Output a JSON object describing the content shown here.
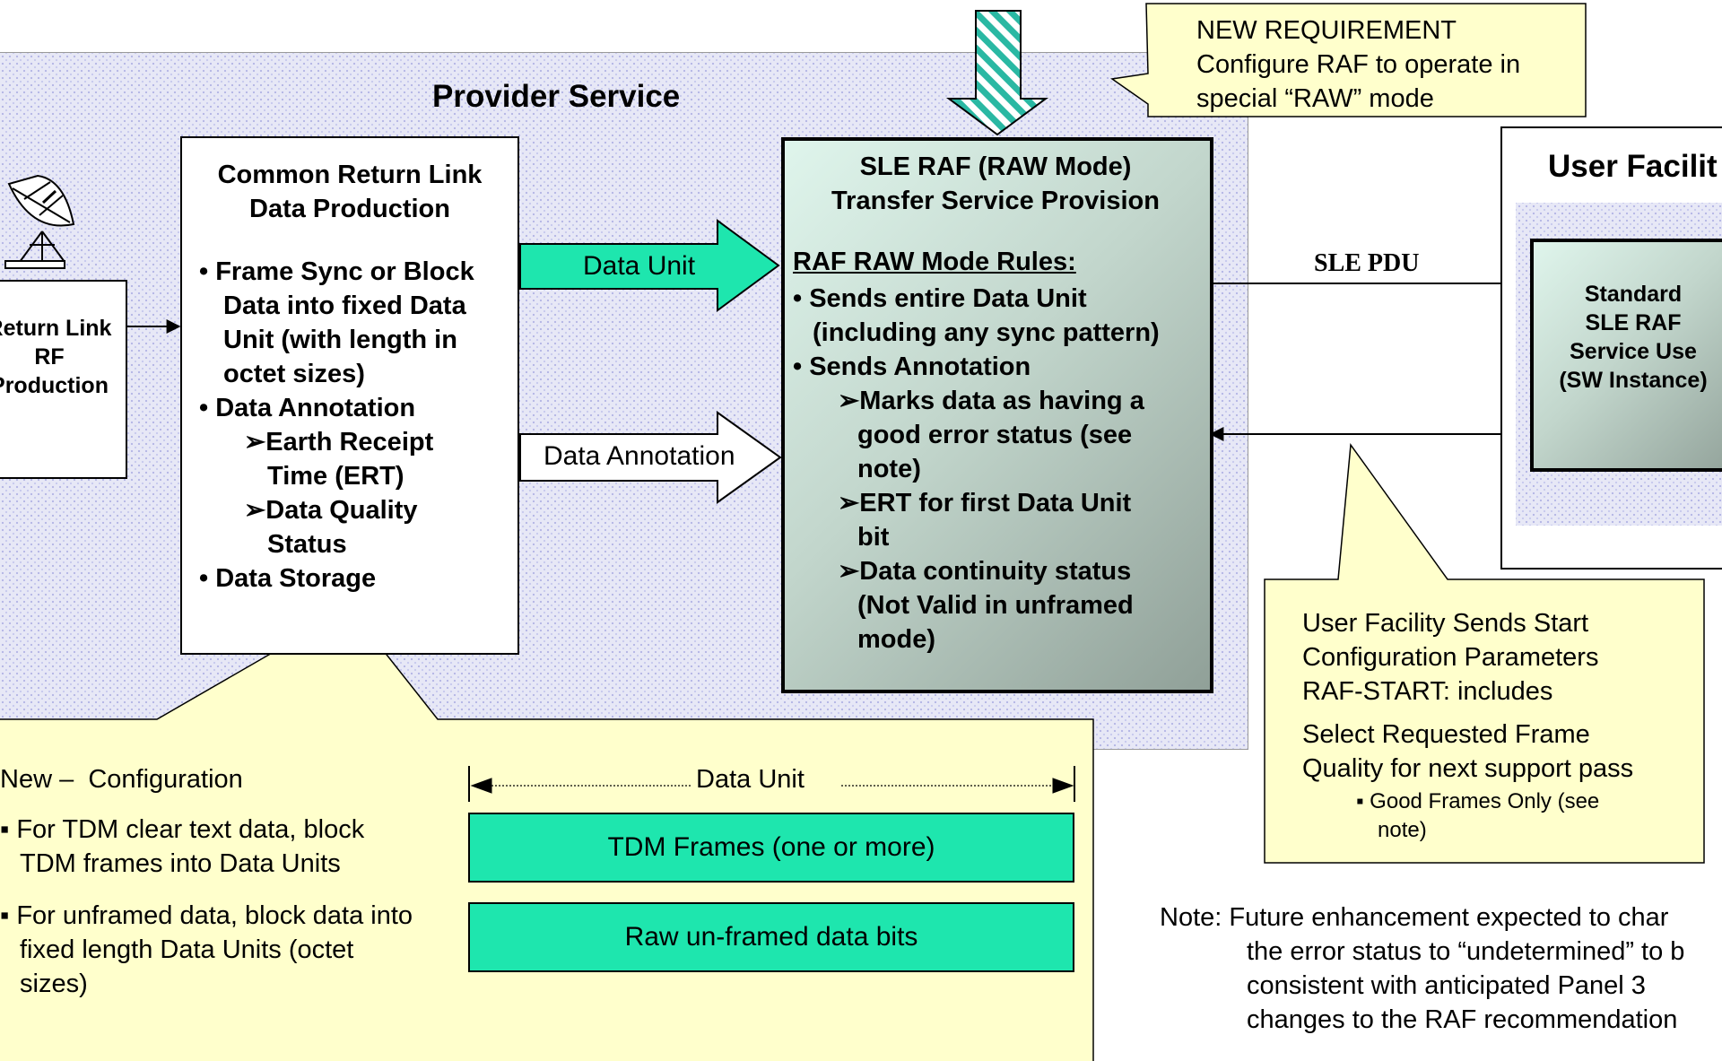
{
  "provider": {
    "title": "Provider Service"
  },
  "antenna": {
    "label_lines": [
      "Return Link",
      "RF",
      "Production"
    ]
  },
  "crl": {
    "title_lines": [
      "Common Return Link",
      "Data Production"
    ],
    "lines": [
      "• Frame Sync or Block",
      "Data into fixed Data",
      "Unit (with length in",
      "octet sizes)",
      "• Data Annotation",
      "➢Earth Receipt",
      "Time (ERT)",
      "➢Data Quality",
      "Status",
      "• Data Storage"
    ]
  },
  "arrows": {
    "data_unit": "Data Unit",
    "data_annotation": "Data Annotation",
    "sle_pdu": "SLE PDU"
  },
  "raf": {
    "title_lines": [
      "SLE RAF (RAW Mode)",
      "Transfer Service Provision"
    ],
    "rules_heading": "RAF RAW Mode Rules:",
    "lines": [
      "• Sends entire Data Unit",
      "(including any sync pattern)",
      "• Sends Annotation",
      "➢Marks data as having a",
      "good error status (see",
      "note)",
      "➢ERT for first Data Unit",
      "bit",
      "➢Data continuity status",
      "(Not Valid in unframed",
      "mode)"
    ]
  },
  "new_requirement": {
    "lines": [
      "NEW REQUIREMENT",
      "Configure RAF to operate in",
      "special “RAW” mode"
    ]
  },
  "user_facility": {
    "title": "User Facilit",
    "box_lines": [
      "Standard",
      "SLE RAF",
      "Service Use",
      "(SW Instance)"
    ]
  },
  "user_callout": {
    "lines": [
      "User Facility Sends Start",
      "Configuration Parameters",
      "RAF-START: includes",
      "Select Requested Frame",
      "Quality for next support pass"
    ],
    "bullet_lines": [
      "▪ Good Frames Only (see",
      "note)"
    ]
  },
  "config_callout": {
    "heading": "New –  Configuration",
    "bullets": [
      [
        "▪ For TDM clear text data, block",
        "TDM frames into Data Units"
      ],
      [
        "▪ For unframed data, block data into",
        "fixed length Data Units (octet",
        "sizes)"
      ]
    ],
    "data_unit_label": "Data Unit",
    "tdm_box": "TDM Frames (one or more)",
    "raw_box": "Raw un-framed data bits"
  },
  "note": {
    "lines": [
      "Note:  Future enhancement expected to char",
      "the error status to “undetermined” to b",
      "consistent with anticipated Panel 3",
      "changes to the RAF recommendation"
    ]
  },
  "colors": {
    "teal": "#1ee6ae",
    "callout": "#ffffcc",
    "dots": "#e7e8f6"
  }
}
